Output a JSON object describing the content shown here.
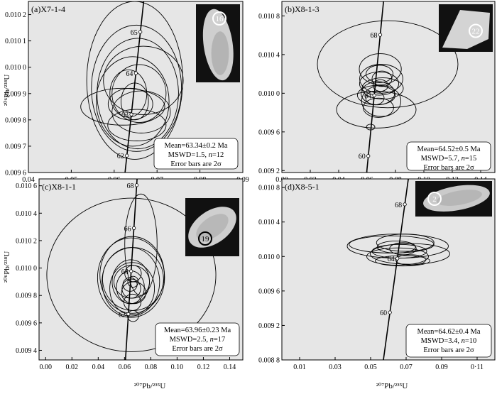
{
  "y_axis_label": "²⁰⁶Pb/²³⁸U",
  "x_axis_label": "²⁰⁷Pb/²³⁵U",
  "chart_data": [
    {
      "id": "a",
      "type": "scatter",
      "title": "(a)X7-1-4",
      "xlabel": "",
      "ylabel": "²⁰⁶Pb/²³⁸U",
      "xlim": [
        0.04,
        0.09
      ],
      "ylim": [
        0.0096,
        0.01025
      ],
      "xticks": [
        0.04,
        0.05,
        0.06,
        0.07,
        0.08,
        0.09
      ],
      "xtick_labels": [
        "0.04",
        "0.05",
        "0.06",
        "0.07",
        "0.08",
        "0.09"
      ],
      "yticks": [
        0.0096,
        0.0097,
        0.0098,
        0.0099,
        0.01,
        0.0101,
        0.0102
      ],
      "ytick_labels": [
        "0.009 6",
        "0.009 7",
        "0.009 8",
        "0.009 9",
        "0.010 0",
        "0.010 1",
        "0.010 2"
      ],
      "concordia_ages": [
        {
          "age": 62,
          "label": "62"
        },
        {
          "age": 63,
          "label": "63"
        },
        {
          "age": 64,
          "label": "64"
        },
        {
          "age": 65,
          "label": "65"
        }
      ],
      "ellipses": [
        {
          "cx": 0.0648,
          "cy": 0.00995,
          "rx": 0.0112,
          "ry": 0.0003
        },
        {
          "cx": 0.0652,
          "cy": 0.00992,
          "rx": 0.0105,
          "ry": 0.00024
        },
        {
          "cx": 0.0655,
          "cy": 0.0099,
          "rx": 0.0095,
          "ry": 0.00021
        },
        {
          "cx": 0.0643,
          "cy": 0.00987,
          "rx": 0.0085,
          "ry": 0.00017
        },
        {
          "cx": 0.0668,
          "cy": 0.00995,
          "rx": 0.0093,
          "ry": 0.00013
        },
        {
          "cx": 0.0658,
          "cy": 0.0099,
          "rx": 0.0063,
          "ry": 0.00011
        },
        {
          "cx": 0.0633,
          "cy": 0.0099,
          "rx": 0.0043,
          "ry": 9e-05
        },
        {
          "cx": 0.062,
          "cy": 0.00985,
          "rx": 0.0098,
          "ry": 7e-05
        },
        {
          "cx": 0.0663,
          "cy": 0.00983,
          "rx": 0.0068,
          "ry": 8e-05
        },
        {
          "cx": 0.0648,
          "cy": 0.00987,
          "rx": 0.0032,
          "ry": 7e-05
        },
        {
          "cx": 0.0638,
          "cy": 0.00986,
          "rx": 0.0052,
          "ry": 6e-05
        },
        {
          "cx": 0.0653,
          "cy": 0.00978,
          "rx": 0.0068,
          "ry": 6e-05
        }
      ],
      "grain": {
        "number": "16",
        "shape": "oval",
        "circle_color": "#ffffff"
      },
      "stats": {
        "mean": "Mean=63.34±0.2 Ma",
        "mswd_prefix": "MSWD=1.5, ",
        "n_label": "n",
        "n_suffix": "=12",
        "error": "Error bars are 2σ"
      }
    },
    {
      "id": "b",
      "type": "scatter",
      "title": "(b)X8-1-3",
      "xlabel": "",
      "ylabel": "",
      "xlim": [
        0.0,
        0.15
      ],
      "ylim": [
        0.00918,
        0.01095
      ],
      "xticks": [
        0.0,
        0.02,
        0.04,
        0.06,
        0.08,
        0.1,
        0.12,
        0.14
      ],
      "xtick_labels": [
        "0.00",
        "0.02",
        "0.04",
        "0.06",
        "0.08",
        "0.10",
        "0.12",
        "0.14"
      ],
      "yticks": [
        0.0092,
        0.0096,
        0.01,
        0.0104,
        0.0108
      ],
      "ytick_labels": [
        "0.009 2",
        "0.009 6",
        "0.010 0",
        "0.010 4",
        "0.010 8"
      ],
      "concordia_ages": [
        {
          "age": 60,
          "label": "60"
        },
        {
          "age": 64,
          "label": "64"
        },
        {
          "age": 68,
          "label": "68"
        }
      ],
      "ellipses": [
        {
          "cx": 0.0745,
          "cy": 0.0103,
          "rx": 0.0495,
          "ry": 0.00045
        },
        {
          "cx": 0.0693,
          "cy": 0.01025,
          "rx": 0.0148,
          "ry": 0.00016
        },
        {
          "cx": 0.07,
          "cy": 0.01015,
          "rx": 0.0152,
          "ry": 0.00015
        },
        {
          "cx": 0.0685,
          "cy": 0.0101,
          "rx": 0.0138,
          "ry": 0.00012
        },
        {
          "cx": 0.071,
          "cy": 0.01005,
          "rx": 0.0145,
          "ry": 0.00011
        },
        {
          "cx": 0.0676,
          "cy": 0.01,
          "rx": 0.0118,
          "ry": 0.00012
        },
        {
          "cx": 0.0665,
          "cy": 0.00998,
          "rx": 0.0133,
          "ry": 0.0001
        },
        {
          "cx": 0.07,
          "cy": 0.00992,
          "rx": 0.0138,
          "ry": 0.00016
        },
        {
          "cx": 0.0665,
          "cy": 0.00983,
          "rx": 0.028,
          "ry": 0.00019
        },
        {
          "cx": 0.068,
          "cy": 0.00985,
          "rx": 0.0107,
          "ry": 0.0001
        },
        {
          "cx": 0.0705,
          "cy": 0.01015,
          "rx": 0.007,
          "ry": 8e-05
        },
        {
          "cx": 0.0688,
          "cy": 0.0102,
          "rx": 0.0095,
          "ry": 9e-05
        },
        {
          "cx": 0.0655,
          "cy": 0.00995,
          "rx": 0.0065,
          "ry": 7e-05
        },
        {
          "cx": 0.0625,
          "cy": 0.00965,
          "rx": 0.003,
          "ry": 3e-05
        },
        {
          "cx": 0.0695,
          "cy": 0.01008,
          "rx": 0.0053,
          "ry": 6e-05
        }
      ],
      "grain": {
        "number": "22",
        "shape": "fragment",
        "circle_color": "#ffffff"
      },
      "stats": {
        "mean": "Mean=64.52±0.5 Ma",
        "mswd_prefix": "MSWD=5.7, ",
        "n_label": "n",
        "n_suffix": "=15",
        "error": "Error bars are 2σ"
      }
    },
    {
      "id": "c",
      "type": "scatter",
      "title": "(c)X8-1-1",
      "xlabel": "²⁰⁷Pb/²³⁵U",
      "ylabel": "²⁰⁶Pb/²³⁸U",
      "xlim": [
        -0.005,
        0.15
      ],
      "ylim": [
        0.00933,
        0.01065
      ],
      "xticks": [
        0.0,
        0.02,
        0.04,
        0.06,
        0.08,
        0.1,
        0.12,
        0.14
      ],
      "xtick_labels": [
        "0.00",
        "0.02",
        "0.04",
        "0.06",
        "0.08",
        "0.10",
        "0.12",
        "0.14"
      ],
      "yticks": [
        0.0094,
        0.0096,
        0.0098,
        0.01,
        0.0102,
        0.0104,
        0.0106
      ],
      "ytick_labels": [
        "0.009 4",
        "0.009 6",
        "0.009 8",
        "0.010 0",
        "0.010 2",
        "0.010 4",
        "0.010 6"
      ],
      "concordia_ages": [
        {
          "age": 62,
          "label": "62"
        },
        {
          "age": 64,
          "label": "64"
        },
        {
          "age": 66,
          "label": "66"
        },
        {
          "age": 68,
          "label": "68"
        }
      ],
      "ellipses": [
        {
          "cx": 0.0652,
          "cy": 0.00995,
          "rx": 0.0643,
          "ry": 0.00056
        },
        {
          "cx": 0.0725,
          "cy": 0.01017,
          "rx": 0.0123,
          "ry": 0.00037
        },
        {
          "cx": 0.065,
          "cy": 0.00993,
          "rx": 0.0255,
          "ry": 0.00029
        },
        {
          "cx": 0.0658,
          "cy": 0.00995,
          "rx": 0.0245,
          "ry": 0.00028
        },
        {
          "cx": 0.0648,
          "cy": 0.0099,
          "rx": 0.0219,
          "ry": 0.00025
        },
        {
          "cx": 0.0665,
          "cy": 0.00992,
          "rx": 0.0232,
          "ry": 0.00023
        },
        {
          "cx": 0.0658,
          "cy": 0.00985,
          "rx": 0.017,
          "ry": 0.00019
        },
        {
          "cx": 0.0648,
          "cy": 0.0099,
          "rx": 0.0142,
          "ry": 0.00016
        },
        {
          "cx": 0.0645,
          "cy": 0.00986,
          "rx": 0.0106,
          "ry": 0.00012
        },
        {
          "cx": 0.0655,
          "cy": 0.0099,
          "rx": 0.0135,
          "ry": 0.00012
        },
        {
          "cx": 0.0652,
          "cy": 0.00985,
          "rx": 0.0071,
          "ry": 7e-05
        },
        {
          "cx": 0.067,
          "cy": 0.00982,
          "rx": 0.0093,
          "ry": 8e-05
        },
        {
          "cx": 0.0642,
          "cy": 0.00988,
          "rx": 0.0054,
          "ry": 5e-05
        },
        {
          "cx": 0.0665,
          "cy": 0.00996,
          "rx": 0.0063,
          "ry": 6e-05
        },
        {
          "cx": 0.066,
          "cy": 0.00975,
          "rx": 0.0065,
          "ry": 6e-05
        },
        {
          "cx": 0.0665,
          "cy": 0.0099,
          "rx": 0.004,
          "ry": 4e-05
        },
        {
          "cx": 0.0665,
          "cy": 0.00965,
          "rx": 0.0042,
          "ry": 4e-05
        }
      ],
      "grain": {
        "number": "19",
        "shape": "tilted",
        "circle_color": "#000000"
      },
      "stats": {
        "mean": "Mean=63.96±0.23 Ma",
        "mswd_prefix": "MSWD=2.5, ",
        "n_label": "n",
        "n_suffix": "=17",
        "error": "Error bars are 2σ"
      }
    },
    {
      "id": "d",
      "type": "scatter",
      "title": "(d)X8-5-1",
      "xlabel": "²⁰⁷Pb/²³⁵U",
      "ylabel": "",
      "xlim": [
        0.0,
        0.12
      ],
      "ylim": [
        0.0088,
        0.0109
      ],
      "xticks": [
        0.01,
        0.03,
        0.05,
        0.07,
        0.09,
        0.11
      ],
      "xtick_labels": [
        "0.01",
        "0.03",
        "0.05",
        "0.07",
        "0.09",
        "0·11"
      ],
      "yticks": [
        0.0088,
        0.0092,
        0.0096,
        0.01,
        0.0104,
        0.0108
      ],
      "ytick_labels": [
        "0.008 8",
        "0.009 2",
        "0.009 6",
        "0.010 0",
        "0.010 4",
        "0.010 8"
      ],
      "concordia_ages": [
        {
          "age": 60,
          "label": "60"
        },
        {
          "age": 64,
          "label": "64"
        },
        {
          "age": 68,
          "label": "68"
        }
      ],
      "ellipses": [
        {
          "cx": 0.0653,
          "cy": 0.01012,
          "rx": 0.0285,
          "ry": 0.00014
        },
        {
          "cx": 0.0618,
          "cy": 0.01014,
          "rx": 0.0239,
          "ry": 0.0001
        },
        {
          "cx": 0.0695,
          "cy": 0.01016,
          "rx": 0.0162,
          "ry": 0.0001
        },
        {
          "cx": 0.0722,
          "cy": 0.01003,
          "rx": 0.0224,
          "ry": 0.00012
        },
        {
          "cx": 0.0652,
          "cy": 0.01,
          "rx": 0.0174,
          "ry": 0.0001
        },
        {
          "cx": 0.0645,
          "cy": 0.01011,
          "rx": 0.0108,
          "ry": 7e-05
        },
        {
          "cx": 0.0662,
          "cy": 0.01006,
          "rx": 0.0154,
          "ry": 8e-05
        },
        {
          "cx": 0.0725,
          "cy": 0.00996,
          "rx": 0.0085,
          "ry": 6e-05
        },
        {
          "cx": 0.0682,
          "cy": 0.01009,
          "rx": 0.0075,
          "ry": 7e-05
        },
        {
          "cx": 0.068,
          "cy": 0.00995,
          "rx": 0.0154,
          "ry": 6e-05
        }
      ],
      "grain": {
        "number": "2",
        "shape": "long",
        "circle_color": "#ffffff"
      },
      "stats": {
        "mean": "Mean=64.62±0.4 Ma",
        "mswd_prefix": "MSWD=3.4, ",
        "n_label": "n",
        "n_suffix": "=10",
        "error": "Error bars are 2σ"
      }
    }
  ],
  "colors": {
    "plot_bg": "#e6e6e6",
    "frame": "#000000",
    "box_bg": "#ffffff",
    "grain_bg": "#111111"
  }
}
